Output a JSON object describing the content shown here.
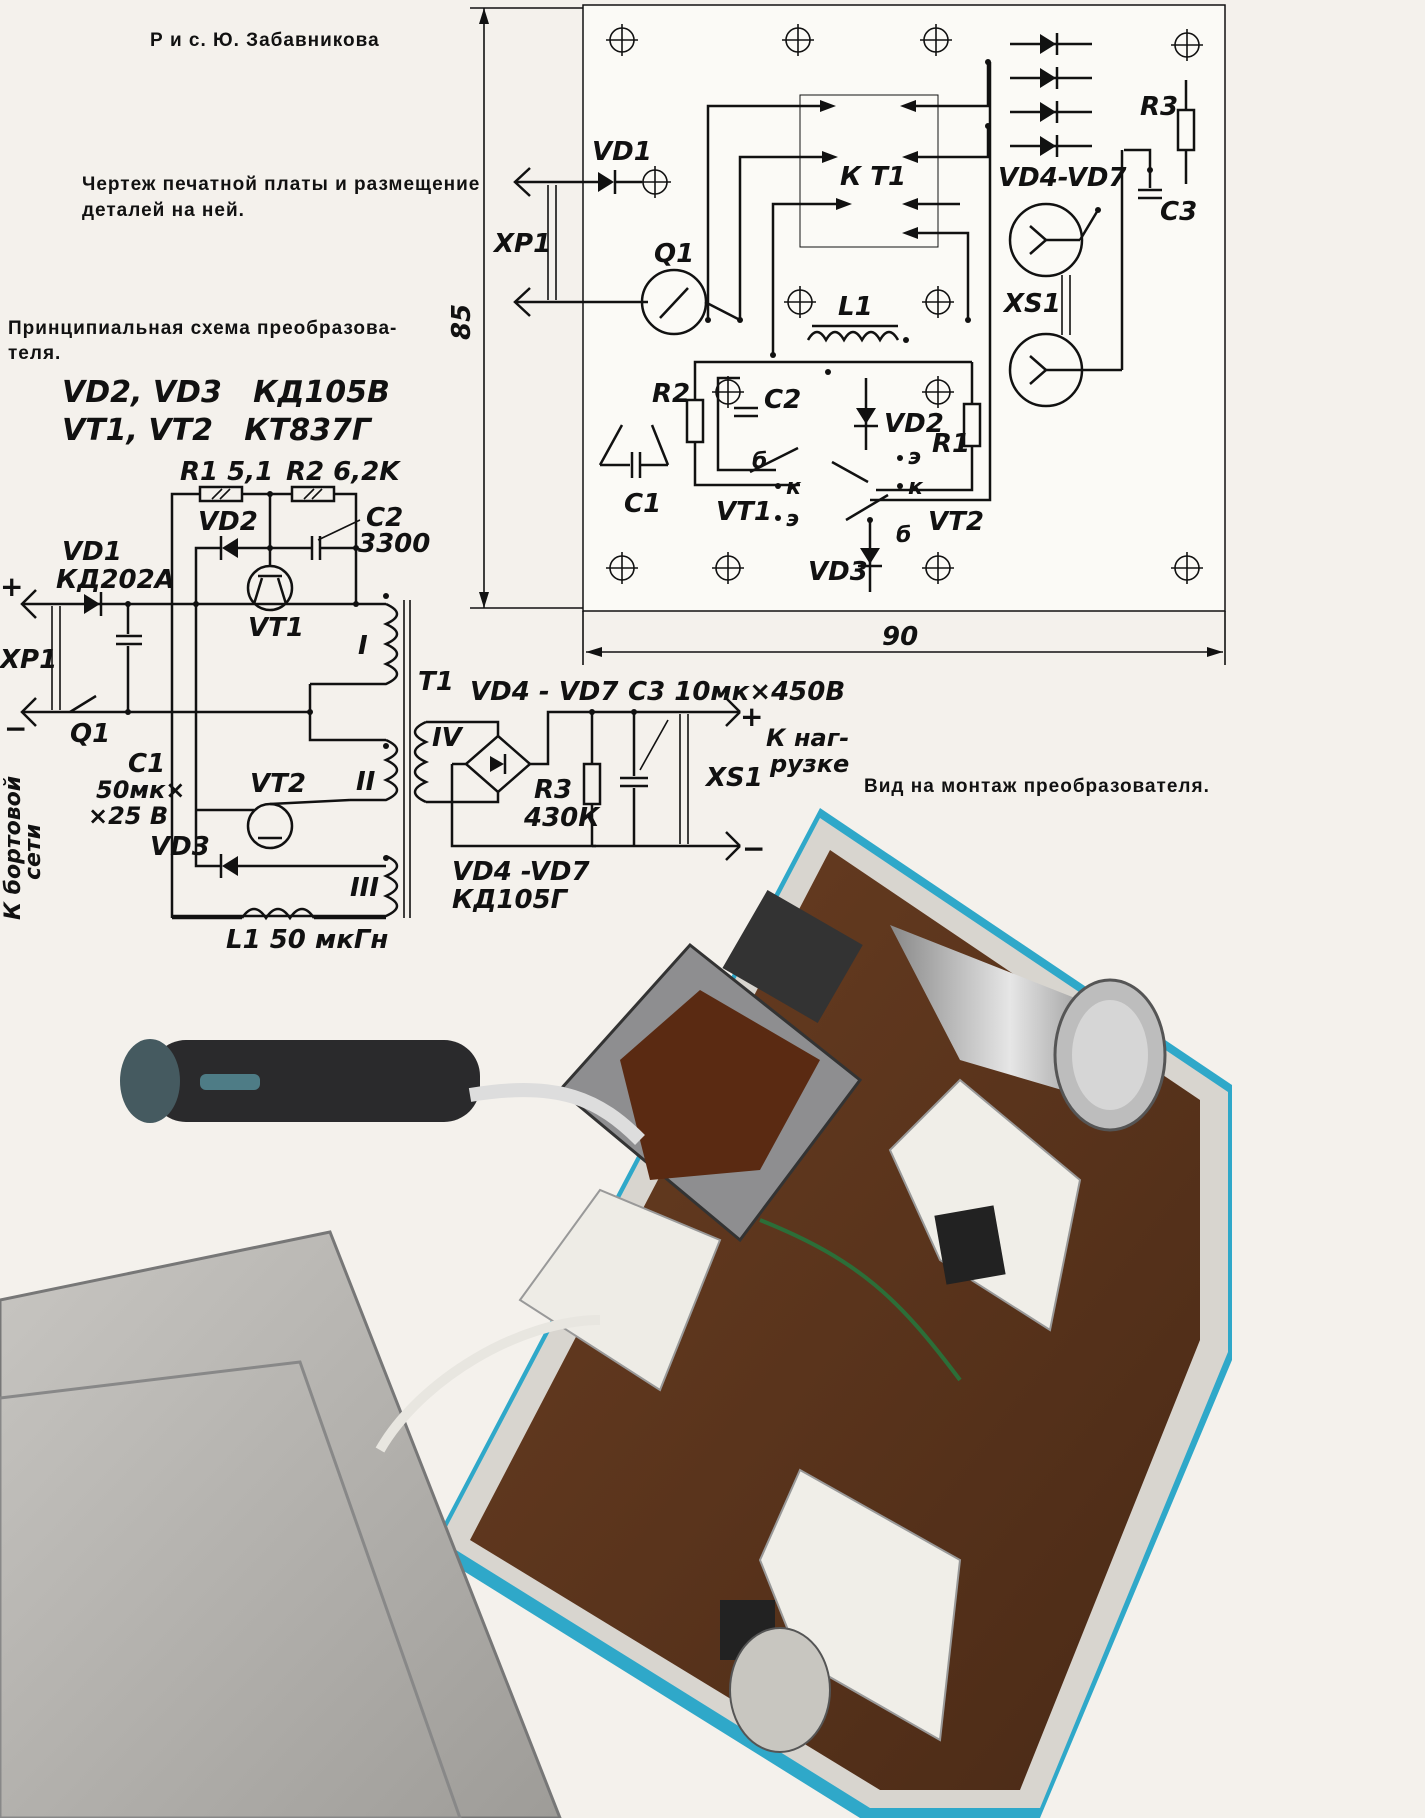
{
  "figure_title": "Р и с. Ю. Забавникова",
  "captions": {
    "pcb": "Чертеж печатной платы и размещение деталей на ней.",
    "schematic_line1": "Принципиальная схема преобразова-",
    "schematic_line2": "теля.",
    "photo": "Вид на монтаж преобразователя."
  },
  "parts_list": {
    "line1": "VD2, VD3   КД105В",
    "line2": "VT1, VT2   КТ837Г"
  },
  "pcb": {
    "width_dim": "90",
    "height_dim": "85",
    "labels": {
      "vd1": "VD1",
      "xp1": "XP1",
      "q1": "Q1",
      "kt1": "К Т1",
      "vd4_vd7": "VD4-VD7",
      "r3": "R3",
      "c3": "C3",
      "xs1": "XS1",
      "l1": "L1",
      "r2": "R2",
      "c2": "C2",
      "vd2": "VD2",
      "r1": "R1",
      "c1": "C1",
      "vt1": "VT1",
      "vt2": "VT2",
      "vd3": "VD3",
      "b1": "б",
      "b2": "б",
      "e1": "э",
      "e2": "э",
      "k1": "к",
      "k2": "к"
    }
  },
  "schematic": {
    "r1": "R1 5,1",
    "r2": "R2 6,2K",
    "c2": "C2",
    "c2_val": "3300",
    "vd2": "VD2",
    "vd1": "VD1",
    "vd1_type": "КД202А",
    "vt1": "VT1",
    "vt2": "VT2",
    "vd3": "VD3",
    "xp1": "XP1",
    "q1": "Q1",
    "c1": "C1",
    "c1_val1": "50мк×",
    "c1_val2": "×25 В",
    "t1": "T1",
    "w1": "I",
    "w2": "II",
    "w3": "III",
    "w4": "IV",
    "vd4_vd7": "VD4 - VD7",
    "c3": "C3  10мк×450В",
    "r3": "R3",
    "r3_val": "430К",
    "xs1": "XS1",
    "load1": "К наг-",
    "load2": "рузке",
    "vd47_note": "VD4 -VD7",
    "vd47_type": "КД105Г",
    "l1": "L1  50 мкГн",
    "bort1": "К бортовой",
    "bort2": "сети",
    "plus": "+",
    "minus": "−",
    "out_plus": "+",
    "out_minus": "−"
  }
}
